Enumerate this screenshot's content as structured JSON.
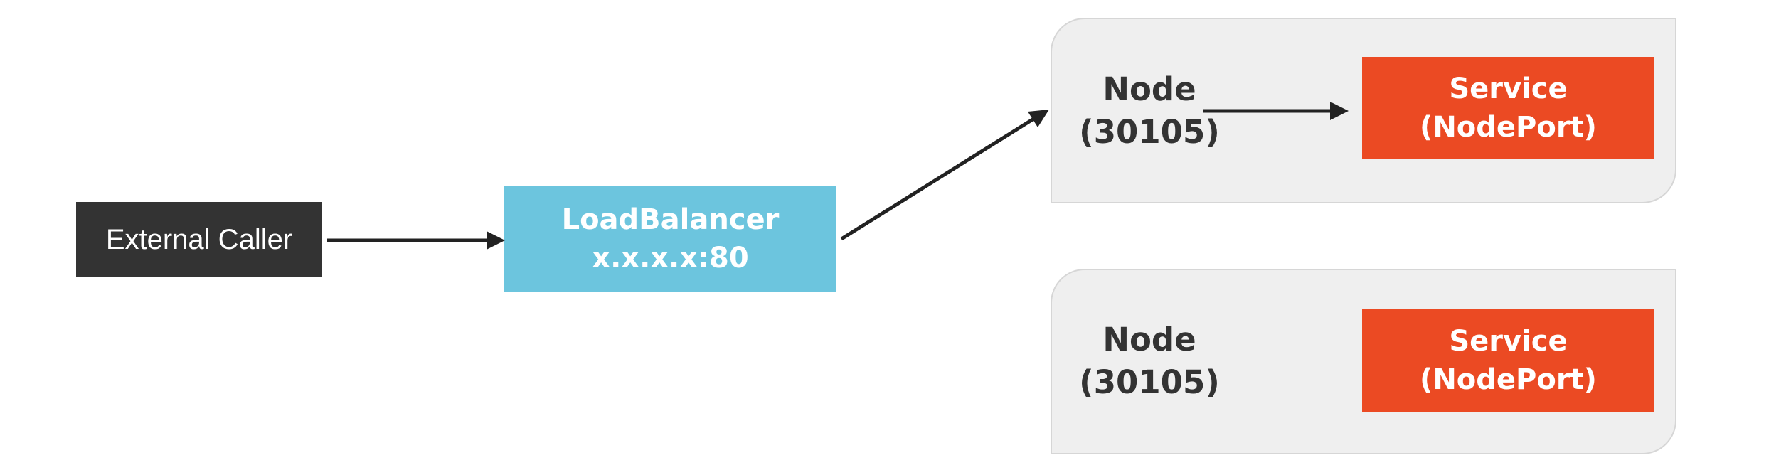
{
  "external_caller": {
    "label": "External Caller"
  },
  "load_balancer": {
    "line1": "LoadBalancer",
    "line2": "x.x.x.x:80"
  },
  "nodes": [
    {
      "label_line1": "Node",
      "label_line2": "(30105)",
      "service_line1": "Service",
      "service_line2": "(NodePort)"
    },
    {
      "label_line1": "Node",
      "label_line2": "(30105)",
      "service_line1": "Service",
      "service_line2": "(NodePort)"
    }
  ],
  "colors": {
    "external_caller": "#333333",
    "load_balancer": "#6cc5de",
    "service": "#eb4a23",
    "node_group": "#efefef"
  }
}
